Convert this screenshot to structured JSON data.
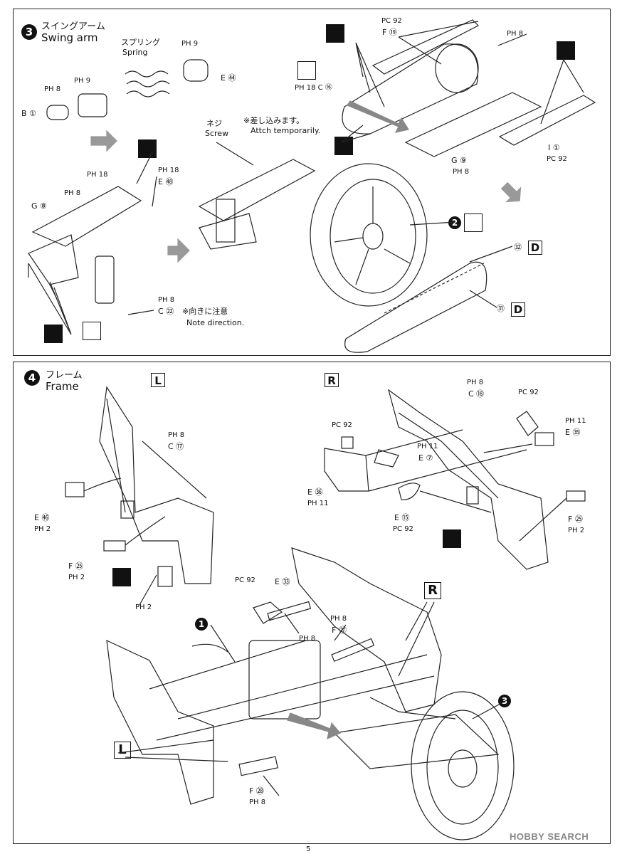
{
  "step3": {
    "number": "3",
    "title_jp": "スイングアーム",
    "title_en": "Swing arm",
    "labels": {
      "spring_jp": "スプリング",
      "spring_en": "Spring",
      "ph9_top": "PH 9",
      "e44": "E ㊹",
      "ph8_left": "PH 8",
      "ph9_left": "PH 9",
      "b1": "B ①",
      "screw_jp": "ネジ",
      "screw_en": "Screw",
      "attach_jp": "※差し込みます。",
      "attach_en": "Attch temporarily.",
      "pc92_top": "PC 92",
      "f19": "F ⑲",
      "ph8_topright": "PH 8",
      "ph18_c16": "PH 18 C ⑯",
      "ph18_mid": "PH 18",
      "ph8_mid": "PH 8",
      "g8": "G ⑧",
      "ph18_right": "PH 18",
      "e48": "E ㊽",
      "ph8_low": "PH 8",
      "c22": "C ㉒",
      "note_jp": "※向きに注意",
      "note_en": "Note direction.",
      "g9": "G ⑨",
      "ph8_g9": "PH 8",
      "i1": "I ①",
      "pc92_i1": "PC 92",
      "num2": "2",
      "d32": "㉜",
      "d31": "㉛",
      "d_letter": "D"
    }
  },
  "step4": {
    "number": "4",
    "title_jp": "フレーム",
    "title_en": "Frame",
    "left_box": "L",
    "right_box": "R",
    "labels": {
      "ph8_c17": "PH 8",
      "c17": "C ⑰",
      "e46": "E ㊻",
      "ph2_e46": "PH 2",
      "f25_left": "F ㉕",
      "ph2_f25_left": "PH 2",
      "ph2_bottom": "PH 2",
      "ph8_c18": "PH 8",
      "c18": "C ⑱",
      "pc92_right": "PC 92",
      "ph11_right": "PH 11",
      "e35": "E ㉟",
      "pc92_tank": "PC 92",
      "ph11_e7": "PH 11",
      "e7": "E ⑦",
      "e36": "E ㊱",
      "ph11_e36": "PH 11",
      "e15": "E ⑮",
      "pc92_e15": "PC 92",
      "f25_right": "F ㉕",
      "ph2_f25_right": "PH 2",
      "pc92_e33": "PC 92",
      "e33": "E ㉝",
      "ph8_e33": "PH 8",
      "ph8_f27": "PH 8",
      "f27": "F ㉗",
      "f28": "F ㉘",
      "ph8_f28": "PH 8",
      "num1": "1",
      "num3": "3",
      "r_center": "R",
      "l_bottom": "L"
    }
  },
  "page_number": "5",
  "watermark": "HOBBY SEARCH"
}
